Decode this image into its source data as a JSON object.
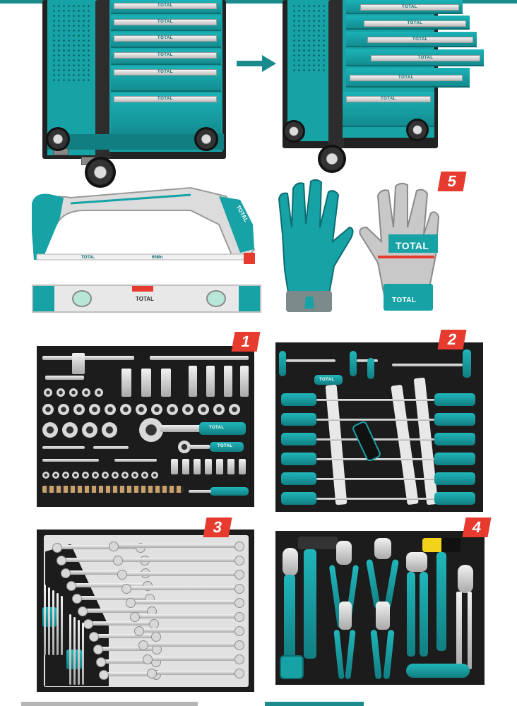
{
  "brand": "TOTAL",
  "colors": {
    "brand_teal": "#17a2a6",
    "badge_red": "#e63b2e",
    "tray_black": "#1c1c1c",
    "steel": "#c8c8c8"
  },
  "cabinet_closed": {
    "drawer_labels": [
      "TOTAL",
      "TOTAL",
      "TOTAL",
      "TOTAL",
      "TOTAL",
      "TOTAL"
    ]
  },
  "cabinet_open": {
    "drawer_labels": [
      "TOTAL",
      "TOTAL",
      "TOTAL",
      "TOTAL",
      "TOTAL",
      "TOTAL"
    ]
  },
  "arrow_icon": "right-arrow-icon",
  "hacksaw": {
    "brand_label": "TOTAL",
    "blade_text": "TOTAL",
    "blade_spec": "65Mn",
    "frame_label": "TOTAL"
  },
  "level": {
    "brand_label": "TOTAL"
  },
  "gloves": {
    "palm_label": "TOTAL",
    "cuff_label": "TOTAL"
  },
  "badges": {
    "gloves": "5",
    "sockets": "1",
    "screwdrivers": "2",
    "wrenches": "3",
    "pliers": "4"
  },
  "tray1": {
    "ratchet_label": "TOTAL",
    "small_ratchet_label": "TOTAL"
  },
  "tray2": {
    "handle_label": "TOTAL"
  }
}
